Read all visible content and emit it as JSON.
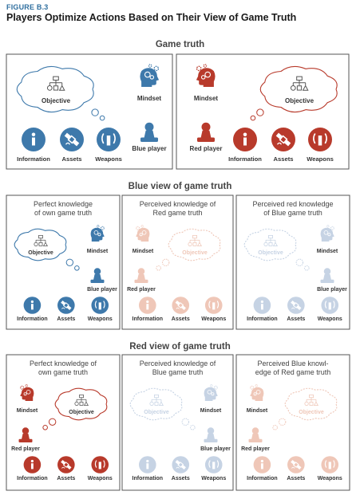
{
  "figure": {
    "label": "FIGURE B.3",
    "title": "Players Optimize Actions Based on Their View of Game Truth"
  },
  "colors": {
    "blue": "#3e79ab",
    "red": "#b83a2b",
    "faded_red": "#efc7b8",
    "faded_blue": "#c6d3e4",
    "box_border": "#555555",
    "text": "#333333"
  },
  "labels": {
    "objective": "Objective",
    "mindset": "Mindset",
    "information": "Information",
    "assets": "Assets",
    "weapons": "Weapons",
    "blue_player": "Blue player",
    "red_player": "Red player"
  },
  "sections": {
    "game_truth": {
      "title": "Game truth"
    },
    "blue_view": {
      "title": "Blue view of game truth",
      "panels": [
        {
          "line1": "Perfect knowledge",
          "line2": "of own game truth"
        },
        {
          "line1": "Perceived knowledge of",
          "line2": "Red game truth"
        },
        {
          "line1": "Perceived red knowledge",
          "line2": "of Blue game truth"
        }
      ]
    },
    "red_view": {
      "title": "Red view of game truth",
      "panels": [
        {
          "line1": "Perfect knowledge of",
          "line2": "own game truth"
        },
        {
          "line1": "Perceived knowledge of",
          "line2": "Blue game truth"
        },
        {
          "line1": "Perceived Blue knowl-",
          "line2": "edge of Red game truth"
        }
      ]
    }
  },
  "icons": {
    "objective": "org-chart-icon",
    "mindset": "head-gears-icon",
    "information": "info-icon",
    "assets": "satellite-icon",
    "weapons": "signal-icon",
    "player": "game-pawn-icon"
  }
}
